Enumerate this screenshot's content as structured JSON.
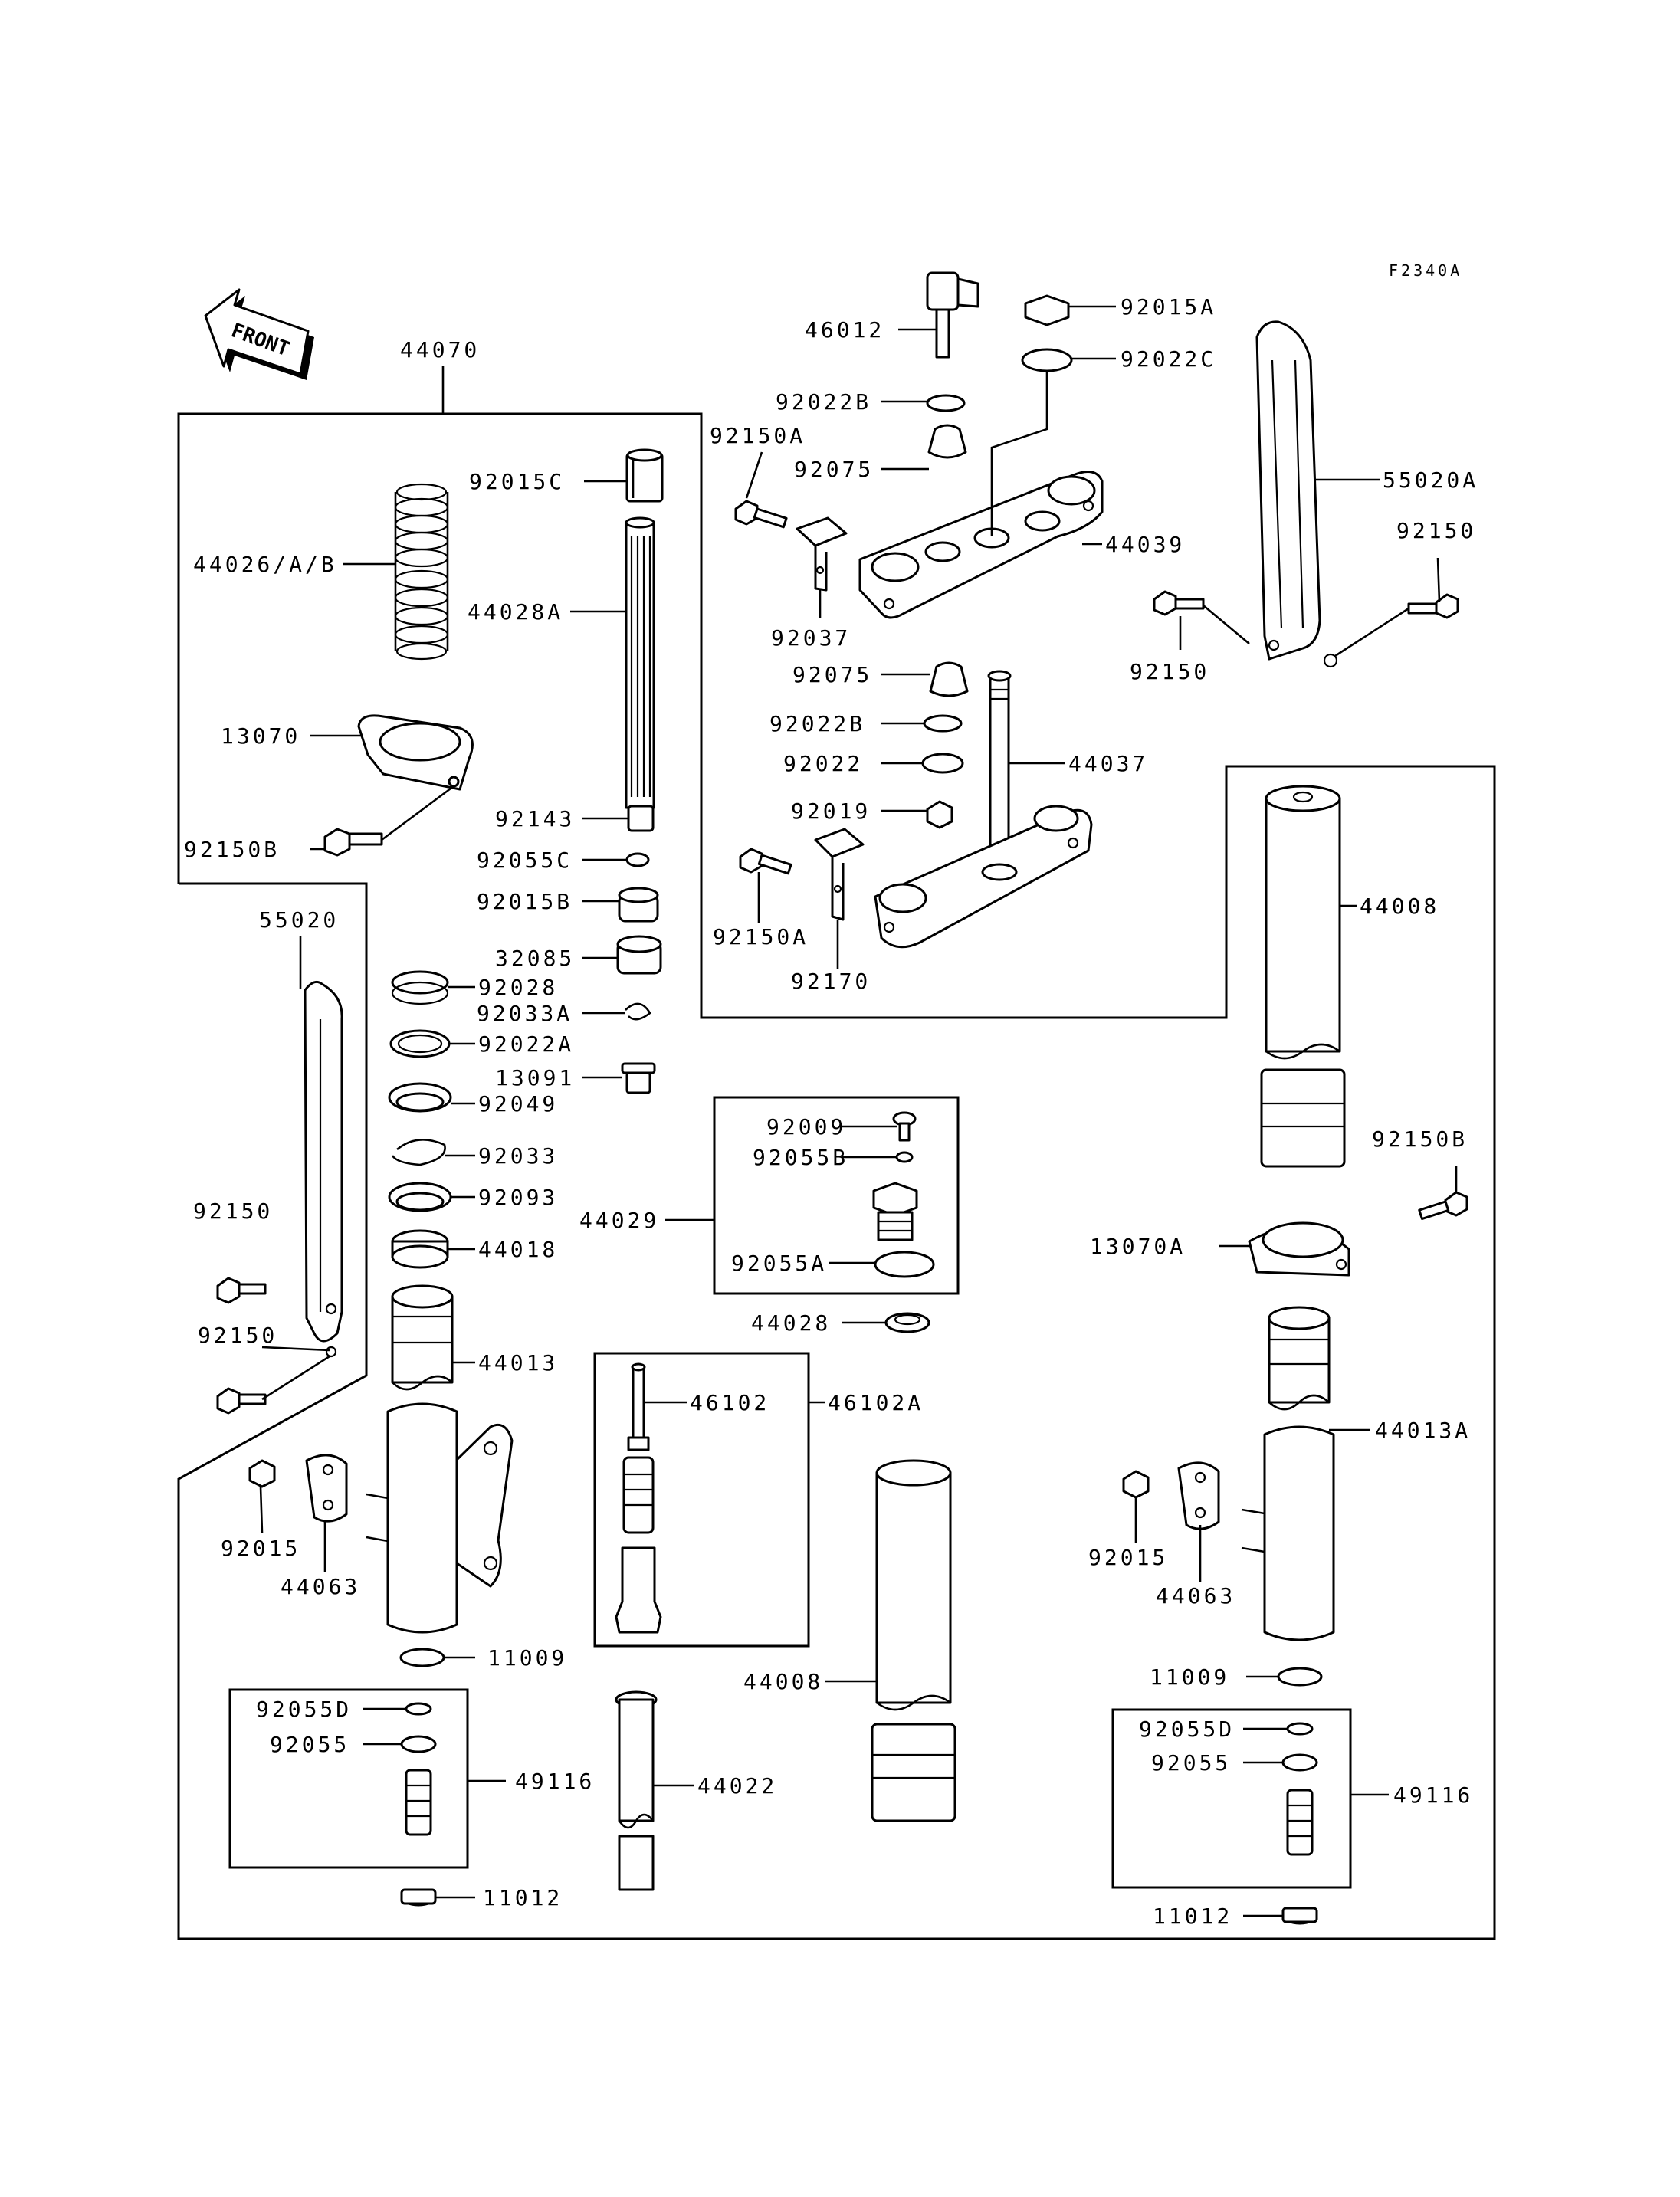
{
  "figure_code": "F2340A",
  "front_badge": "FRONT",
  "labels": {
    "l44070": "44070",
    "l92015C": "92015C",
    "l44026AB": "44026/A/B",
    "l44028A": "44028A",
    "l13070": "13070",
    "l92150B_left": "92150B",
    "l92143": "92143",
    "l92055C": "92055C",
    "l92015B": "92015B",
    "l32085": "32085",
    "l92028": "92028",
    "l92033A": "92033A",
    "l92022A": "92022A",
    "l13091": "13091",
    "l92049": "92049",
    "l92033": "92033",
    "l92093": "92093",
    "l44018": "44018",
    "l44013": "44013",
    "l55020": "55020",
    "l92150_left_a": "92150",
    "l92150_left_b": "92150",
    "l92015_left": "92015",
    "l44063_left": "44063",
    "l11009_left": "11009",
    "l92055D_left": "92055D",
    "l92055_left": "92055",
    "l49116_left": "49116",
    "l11012_left": "11012",
    "l46012": "46012",
    "l92015A": "92015A",
    "l92022C": "92022C",
    "l92022B_top": "92022B",
    "l92150A_top": "92150A",
    "l92075_top": "92075",
    "l44039": "44039",
    "l92037": "92037",
    "l92075_mid": "92075",
    "l92022B_mid": "92022B",
    "l92022": "92022",
    "l44037": "44037",
    "l92019": "92019",
    "l92150A_mid": "92150A",
    "l92170": "92170",
    "l55020A": "55020A",
    "l92150_right_top": "92150",
    "l92150_right_bot": "92150",
    "l92009": "92009",
    "l92055B": "92055B",
    "l44029": "44029",
    "l92055A": "92055A",
    "l44028": "44028",
    "l46102": "46102",
    "l46102A": "46102A",
    "l44008_mid": "44008",
    "l44022": "44022",
    "l44008_right": "44008",
    "l92150B_right": "92150B",
    "l13070A": "13070A",
    "l44013A": "44013A",
    "l92015_right": "92015",
    "l44063_right": "44063",
    "l11009_right": "11009",
    "l92055D_right": "92055D",
    "l92055_right": "92055",
    "l49116_right": "49116",
    "l11012_right": "11012"
  }
}
